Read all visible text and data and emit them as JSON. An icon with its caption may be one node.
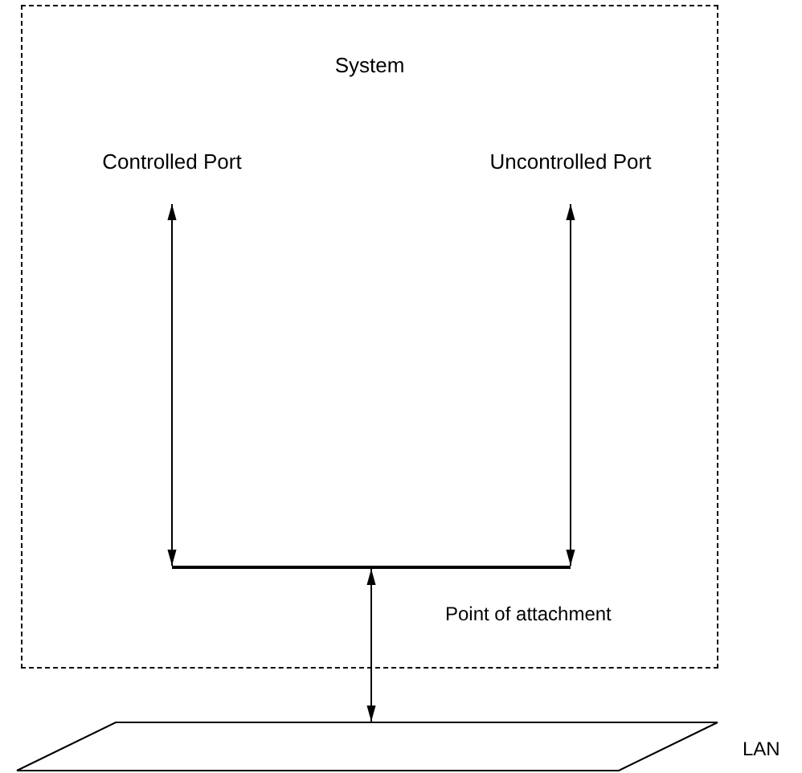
{
  "diagram": {
    "nodes": [
      {
        "text": [
          "System"
        ]
      },
      {
        "text": [
          "Controlled Port"
        ],
        "in": 0
      },
      {
        "text": [
          "Uncontrolled Port"
        ],
        "in": 0
      },
      {
        "text": [],
        "shape": "bar",
        "in": 0,
        "beside": [
          "Point of attachment"
        ]
      },
      {
        "text": [],
        "shape": "parallelogram",
        "beside": [
          "LAN"
        ]
      }
    ],
    "edges": [
      {
        "from": 1,
        "to": 3,
        "arrow": "both"
      },
      {
        "from": 2,
        "to": 3,
        "arrow": "both"
      },
      {
        "from": 3,
        "to": 4,
        "arrow": "both"
      }
    ]
  }
}
